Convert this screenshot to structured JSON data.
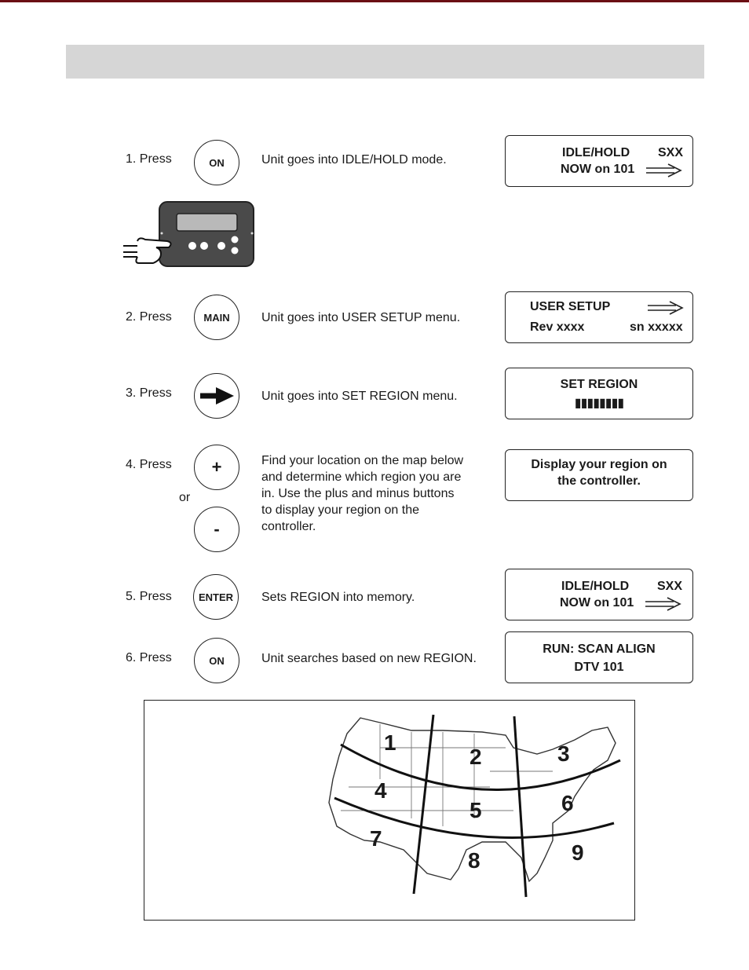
{
  "header": {
    "title": ""
  },
  "steps": [
    {
      "label": "1.  Press",
      "button": "ON",
      "description": "Unit goes into IDLE/HOLD mode.",
      "display": {
        "line1_left": "IDLE/HOLD",
        "line1_right": "SXX",
        "line2": "NOW on 101"
      }
    },
    {
      "label": "2.  Press",
      "button": "MAIN",
      "description": "Unit goes into USER SETUP menu.",
      "display": {
        "line1": "USER SETUP",
        "line2_left": "Rev xxxx",
        "line2_right": "sn xxxxx"
      }
    },
    {
      "label": "3.  Press",
      "button": "arrow-right-icon",
      "description": "Unit goes into SET REGION menu.",
      "display": {
        "line1": "SET REGION",
        "line2": "▮▮▮▮▮▮▮▮"
      }
    },
    {
      "label": "4.  Press",
      "button": "+",
      "or": "or",
      "button_alt": "-",
      "description": [
        "Find your location on the map below",
        "and determine which region you are",
        "in.  Use the plus and minus buttons",
        "to display your region on the",
        "controller."
      ],
      "display": {
        "line1": "Display your region on",
        "line2": "the controller."
      }
    },
    {
      "label": "5.  Press",
      "button": "ENTER",
      "description": "Sets REGION into memory.",
      "display": {
        "line1_left": "IDLE/HOLD",
        "line1_right": "SXX",
        "line2": "NOW on 101"
      }
    },
    {
      "label": "6.  Press",
      "button": "ON",
      "description": "Unit searches based on new REGION.",
      "display": {
        "line1": "RUN: SCAN ALIGN",
        "line2": "DTV 101"
      }
    }
  ],
  "map": {
    "regions": [
      "1",
      "2",
      "3",
      "4",
      "5",
      "6",
      "7",
      "8",
      "9"
    ]
  },
  "colors": {
    "top_line": "#6b0f14",
    "header_bar": "#d6d6d6",
    "controller": "#4a4a4a"
  }
}
